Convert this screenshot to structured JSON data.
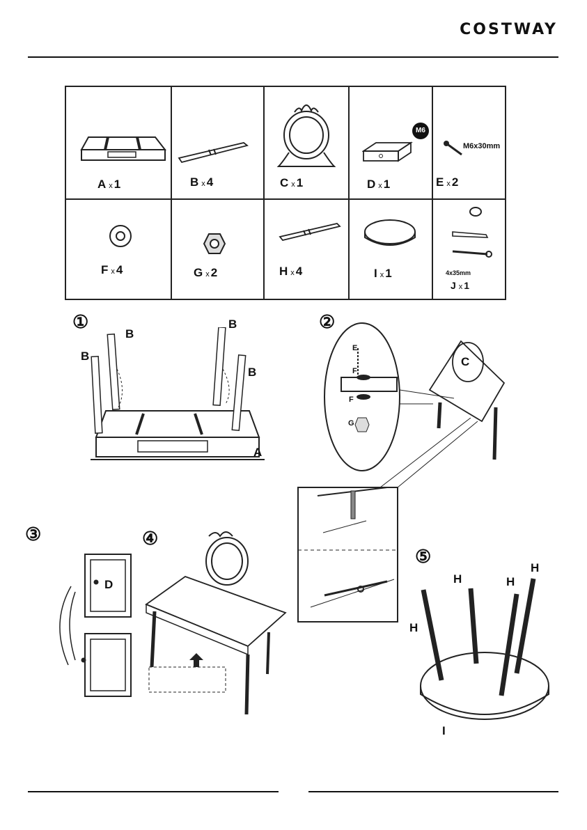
{
  "header": {
    "brand": "COSTWAY"
  },
  "parts": [
    {
      "letter": "A",
      "qty_prefix": "x",
      "qty": "1"
    },
    {
      "letter": "B",
      "qty_prefix": "x",
      "qty": "4"
    },
    {
      "letter": "C",
      "qty_prefix": "x",
      "qty": "1"
    },
    {
      "letter": "D",
      "qty_prefix": "x",
      "qty": "1"
    },
    {
      "letter": "E",
      "qty_prefix": "x",
      "qty": "2"
    },
    {
      "letter": "F",
      "qty_prefix": "x",
      "qty": "4"
    },
    {
      "letter": "G",
      "qty_prefix": "x",
      "qty": "2"
    },
    {
      "letter": "H",
      "qty_prefix": "x",
      "qty": "4"
    },
    {
      "letter": "I",
      "qty_prefix": "x",
      "qty": "1"
    },
    {
      "letter": "J",
      "qty_prefix": "x",
      "qty": "1"
    }
  ],
  "part_notes": {
    "d_badge": "M6",
    "e_size": "M6x30mm",
    "j_size": "4x35mm"
  },
  "steps": {
    "s1": {
      "number": "①",
      "labels": [
        "B",
        "B",
        "B",
        "B",
        "A"
      ]
    },
    "s2": {
      "number": "②",
      "labels": [
        "E",
        "F",
        "F",
        "G",
        "C"
      ]
    },
    "s3": {
      "number": "③",
      "labels": [
        "D"
      ]
    },
    "s4": {
      "number": "④"
    },
    "s5": {
      "number": "⑤",
      "labels": [
        "H",
        "H",
        "H",
        "H",
        "I"
      ]
    }
  }
}
